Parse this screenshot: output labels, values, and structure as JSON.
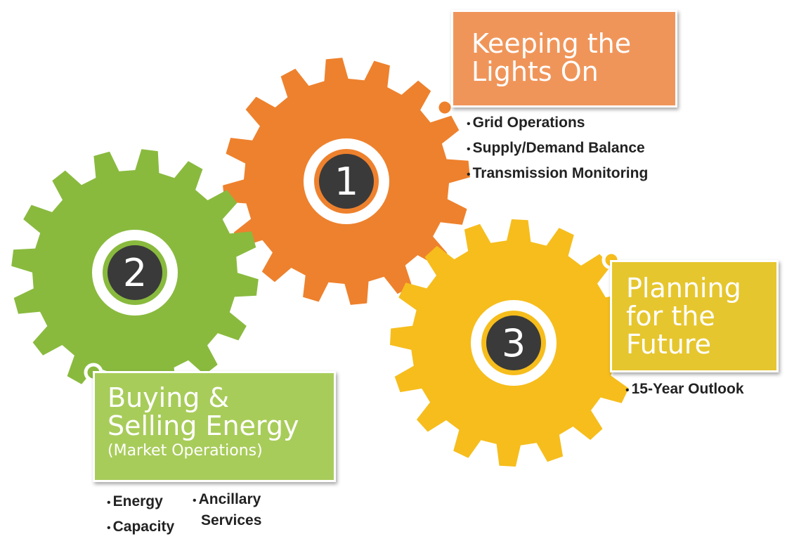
{
  "colors": {
    "gear_1": "#ee812d",
    "gear_2": "#89ba3e",
    "gear_3": "#f6bd1c",
    "hub_dark": "#3a3a3a",
    "callout_1": "#f0955a",
    "callout_2": "#a8cc5a",
    "callout_3": "#e6c62e"
  },
  "gears": [
    {
      "number": "1"
    },
    {
      "number": "2"
    },
    {
      "number": "3"
    }
  ],
  "callout_1": {
    "title_line1": "Keeping the",
    "title_line2": "Lights On",
    "bullets": [
      "Grid Operations",
      "Supply/Demand Balance",
      "Transmission Monitoring"
    ]
  },
  "callout_2": {
    "title_line1": "Buying &",
    "title_line2": "Selling Energy",
    "subtitle": "(Market Operations)",
    "bullets_col1": [
      "Energy",
      "Capacity"
    ],
    "bullets_col2_line1": "Ancillary",
    "bullets_col2_line2": "Services"
  },
  "callout_3": {
    "title_line1": "Planning",
    "title_line2": "for the",
    "title_line3": "Future",
    "bullets": [
      "15-Year Outlook"
    ]
  }
}
